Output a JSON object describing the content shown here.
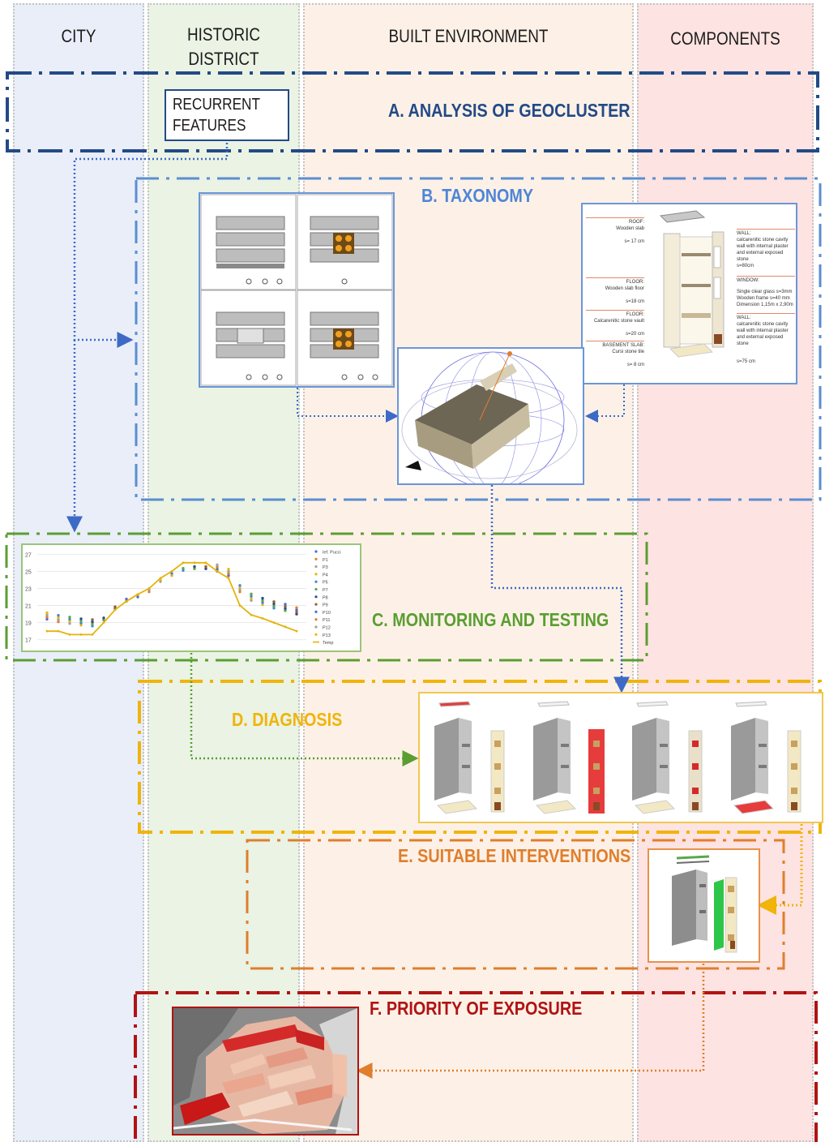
{
  "lanes": [
    {
      "title": "CITY"
    },
    {
      "title": "HISTORIC DISTRICT"
    },
    {
      "title": "BUILT ENVIRONMENT"
    },
    {
      "title": "COMPONENTS"
    }
  ],
  "colors": {
    "stage_a": "#234a86",
    "stage_b": "#5b8ed0",
    "stage_c": "#5a9e32",
    "stage_d": "#f0b40a",
    "stage_e": "#e07e2c",
    "stage_f": "#b01313",
    "lane_city": "#e9eef8",
    "lane_district": "#eaf3e4",
    "lane_built": "#fdf1e7",
    "lane_components": "#fde3e1"
  },
  "stages": {
    "a": {
      "title": "A.  ANALYSIS OF GEOCLUSTER"
    },
    "b": {
      "title": "B. TAXONOMY"
    },
    "c": {
      "title": "C. MONITORING AND TESTING"
    },
    "d": {
      "title": "D. DIAGNOSIS"
    },
    "e": {
      "title": "E. SUITABLE INTERVENTIONS"
    },
    "f": {
      "title": "F. PRIORITY OF EXPOSURE"
    }
  },
  "recurrent_features": {
    "line1": "RECURRENT",
    "line2": "FEATURES"
  },
  "building_components": {
    "left": [
      {
        "label": "ROOF:",
        "detail": "Wooden slab",
        "value": "s= 17 cm"
      },
      {
        "label": "FLOOR:",
        "detail": "Wooden slab floor",
        "value": "s=18 cm"
      },
      {
        "label": "FLOOR:",
        "detail": "Calcarenitic stone vault",
        "value": "s=20 cm"
      },
      {
        "label": "BASEMENT SLAB:",
        "detail": "Cursi stone tile",
        "value": "s= 8 cm"
      }
    ],
    "right": [
      {
        "label": "WALL:",
        "detail": "calcarenitic stone cavity wall with internal plaster and external exposed stone",
        "value": "s=80cm"
      },
      {
        "label": "WINDOW:",
        "detail": "Single clear glass s=3mm Wooden frame s=40 mm Dimension 1,15m x 2,90m",
        "value": ""
      },
      {
        "label": "WALL:",
        "detail": "calcarenitic stone cavity wall with internal plaster and external exposed stone",
        "value": "s=75 cm"
      }
    ]
  },
  "chart_data": {
    "type": "line",
    "yticks": [
      "27",
      "25",
      "23",
      "21",
      "19",
      "17"
    ],
    "ylim": [
      16.5,
      27.5
    ],
    "legend": [
      "Ief. Pucci",
      "P1",
      "P3",
      "P4",
      "P5",
      "P7",
      "P8",
      "P9",
      "P10",
      "P11",
      "P12",
      "P13",
      "Temp"
    ],
    "series": [
      {
        "name": "Temp",
        "values": [
          18.0,
          18.0,
          17.6,
          17.6,
          17.6,
          19.0,
          20.5,
          21.5,
          22.3,
          23.0,
          24.2,
          25.0,
          26.0,
          26.0,
          26.0,
          25.0,
          24.2,
          21.0,
          19.9,
          19.5,
          19.0,
          18.5,
          18.0
        ]
      },
      {
        "name": "P1",
        "values": [
          19.4,
          19.1,
          18.9,
          18.7,
          18.6,
          19.3,
          20.6,
          21.5,
          22.0,
          22.6,
          23.8,
          24.5,
          25.1,
          25.3,
          25.3,
          25.0,
          24.5,
          22.6,
          21.6,
          21.1,
          20.7,
          20.4,
          20.0
        ]
      }
    ]
  },
  "window_options_count": 4
}
